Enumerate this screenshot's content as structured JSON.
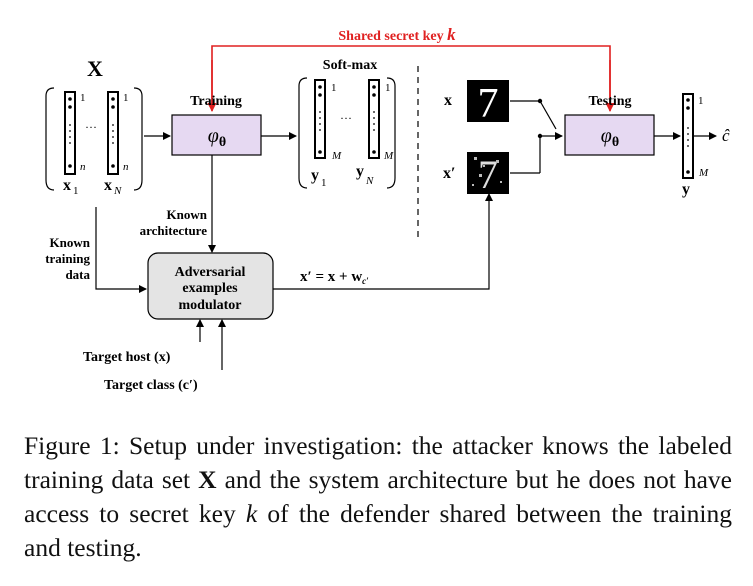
{
  "diagram": {
    "shared_key_label": "Shared secret key",
    "shared_key_symbol": "k",
    "X_label": "X",
    "x_index_1": "1",
    "x_index_n": "n",
    "x1_label": "x",
    "x1_sub": "1",
    "xN_label": "x",
    "xN_sub": "N",
    "training_label": "Training",
    "phi_label": "φ",
    "theta_label": "θ",
    "softmax_label": "Soft-max",
    "y_index_1": "1",
    "y_index_M": "M",
    "y1_label": "y",
    "y1_sub": "1",
    "yN_label": "y",
    "yN_sub": "N",
    "known_architecture_line1": "Known",
    "known_architecture_line2": "architecture",
    "known_training_line1": "Known",
    "known_training_line2": "training",
    "known_training_line3": "data",
    "modulator_line1": "Adversarial",
    "modulator_line2": "examples",
    "modulator_line3": "modulator",
    "modulator_output": "x′ = x + w",
    "modulator_output_sub": "c′",
    "target_host": "Target host (x)",
    "target_class": "Target class (c′)",
    "test_x_label": "x",
    "test_xprime_label": "x′",
    "testing_label": "Testing",
    "output_y_label": "y",
    "output_index_1": "1",
    "output_index_M": "M",
    "output_chat": "ĉ",
    "digit_clean": "7",
    "digit_adv": "7",
    "ellipsis": "···",
    "colors": {
      "accent_red": "#e02020",
      "box_purple": "#e6d9f2",
      "box_gray": "#e4e4e4"
    }
  },
  "caption": {
    "part1": "Figure 1: Setup under investigation: the attacker knows the labeled training data set ",
    "bold_X": "X",
    "part2": " and the system architecture but he does not have access to secret key ",
    "italic_k": "k",
    "part3": " of the defender shared between the training and testing."
  }
}
